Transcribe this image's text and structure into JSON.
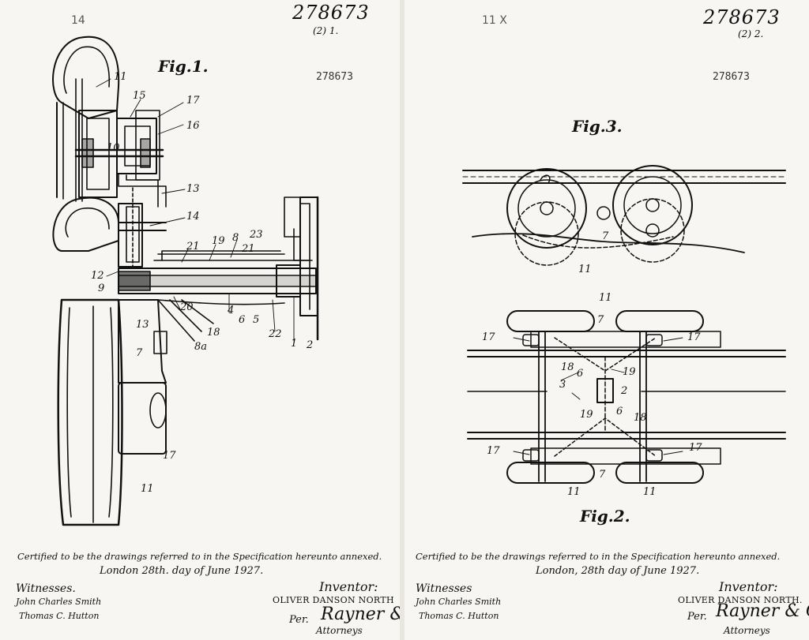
{
  "sheets": [
    {
      "number": "278673",
      "sheet_of": "(2) 1.",
      "stamp": "278673",
      "pencil": "14",
      "figures": [
        "Fig.1."
      ],
      "certification": "Certified to be the drawings referred to in the Specification hereunto annexed.",
      "date": "London 28th. day of June 1927.",
      "witnesses_heading": "Witnesses.",
      "witness_1": "John Charles Smith",
      "witness_2": "Thomas C. Hutton",
      "inventor_heading": "Inventor:",
      "inventor_name": "OLIVER DANSON NORTH",
      "per": "Per.",
      "agent": "Rayner & Co",
      "attorneys": "Attorneys"
    },
    {
      "number": "278673",
      "sheet_of": "(2) 2.",
      "stamp": "278673",
      "pencil": "11 X",
      "figures": [
        "Fig.3.",
        "Fig.2."
      ],
      "certification": "Certified to be the drawings referred to in the Specification hereunto annexed.",
      "date": "London, 28th day of June 1927.",
      "witnesses_heading": "Witnesses",
      "witness_1": "John Charles Smith",
      "witness_2": "Thomas C. Hutton",
      "inventor_heading": "Inventor:",
      "inventor_name": "OLIVER DANSON NORTH.",
      "per": "Per.",
      "agent": "Rayner & Co",
      "attorneys": "Attorneys"
    }
  ],
  "fig1_labels": [
    "11",
    "15",
    "17",
    "16",
    "10",
    "13",
    "14",
    "19",
    "8",
    "23",
    "21",
    "21",
    "12",
    "9",
    "20",
    "4",
    "6",
    "5",
    "22",
    "1",
    "2",
    "13",
    "18",
    "8a",
    "7",
    "17",
    "11"
  ],
  "fig3_labels": [
    "7",
    "11"
  ],
  "fig2_labels": [
    "11",
    "7",
    "17",
    "17",
    "18",
    "6",
    "19",
    "3",
    "2",
    "19",
    "6",
    "18",
    "17",
    "17",
    "7",
    "11",
    "11"
  ],
  "colors": {
    "ink": "#111111",
    "paper": "#f7f6f2"
  }
}
